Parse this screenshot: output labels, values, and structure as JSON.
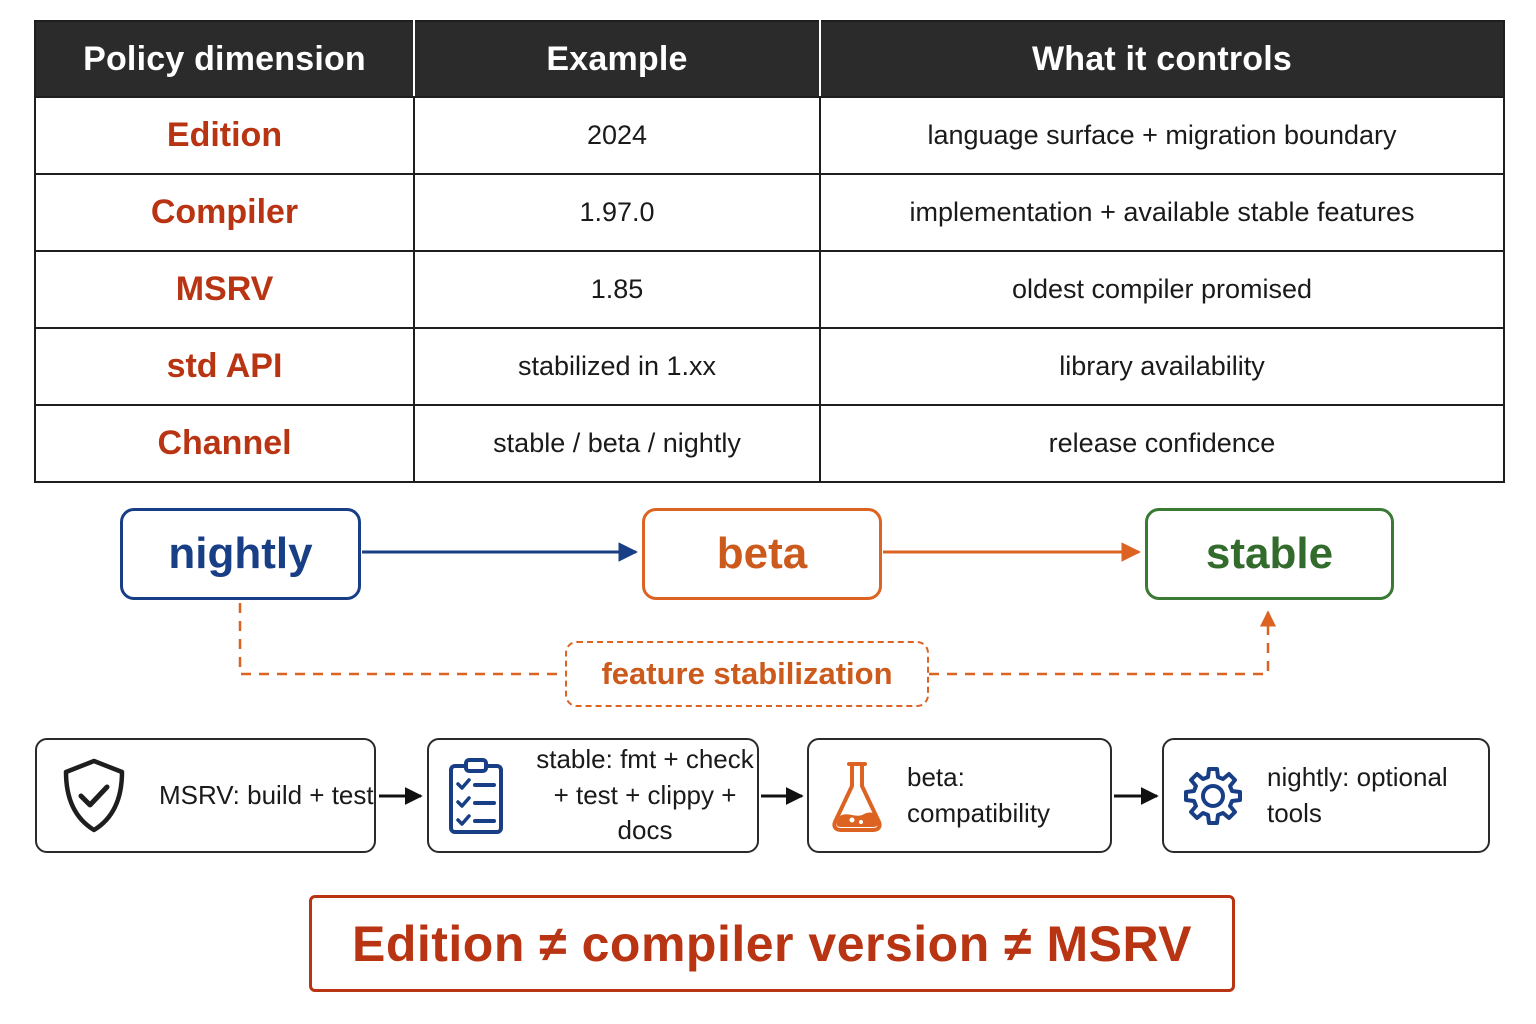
{
  "table": {
    "headers": [
      "Policy dimension",
      "Example",
      "What it controls"
    ],
    "rows": [
      {
        "dimension": "Edition",
        "example": "2024",
        "controls": "language surface + migration boundary"
      },
      {
        "dimension": "Compiler",
        "example": "1.97.0",
        "controls": "implementation + available stable features"
      },
      {
        "dimension": "MSRV",
        "example": "1.85",
        "controls": "oldest compiler promised"
      },
      {
        "dimension": "std API",
        "example": "stabilized in 1.xx",
        "controls": "library availability"
      },
      {
        "dimension": "Channel",
        "example": "stable / beta / nightly",
        "controls": "release confidence"
      }
    ]
  },
  "channels": {
    "nightly": "nightly",
    "beta": "beta",
    "stable": "stable",
    "stabilization_label": "feature stabilization"
  },
  "ci_steps": [
    {
      "icon": "shield-check-icon",
      "lines": [
        "MSRV: build + test"
      ]
    },
    {
      "icon": "clipboard-checklist-icon",
      "lines": [
        "stable: fmt + check",
        "+ test + clippy + docs"
      ]
    },
    {
      "icon": "flask-icon",
      "lines": [
        "beta: compatibility"
      ]
    },
    {
      "icon": "gear-icon",
      "lines": [
        "nightly: optional tools"
      ]
    }
  ],
  "banner": "Edition ≠ compiler version ≠ MSRV",
  "colors": {
    "dimension_red": "#b83412",
    "nightly_blue": "#183f86",
    "beta_orange": "#dc6322",
    "stable_green": "#3a7a34",
    "header_dark": "#2b2b2b"
  }
}
